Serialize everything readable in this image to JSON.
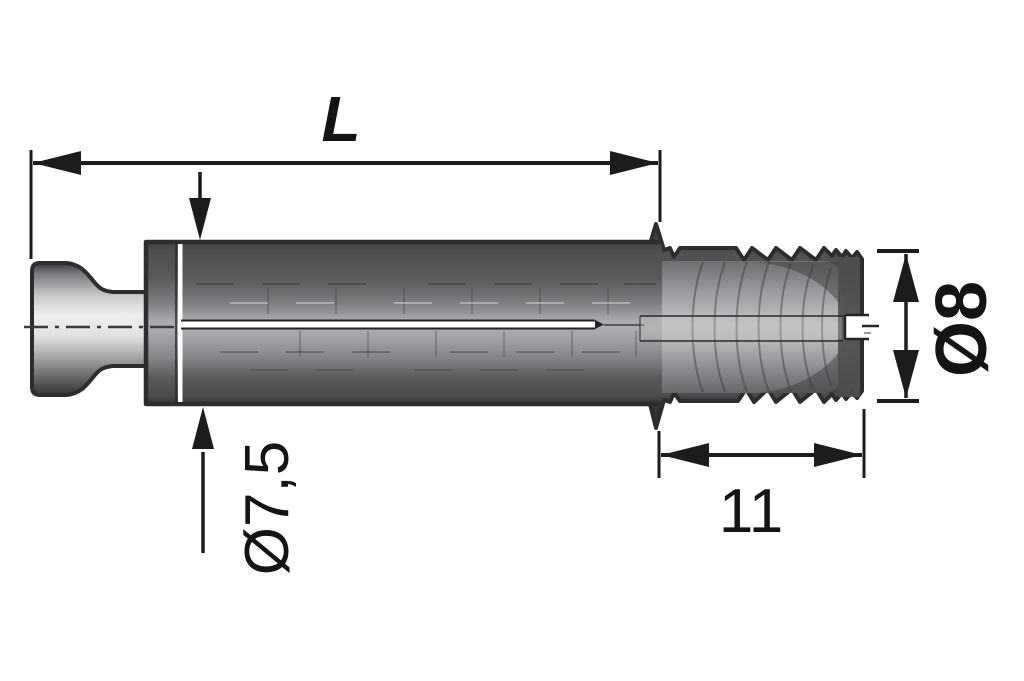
{
  "drawing": {
    "type": "technical-dimension-drawing",
    "subject": "expansion dowel anchor side view",
    "labels": {
      "overall_length": "L",
      "body_diameter": "Ø7,5",
      "thread_diameter": "Ø8",
      "thread_length": "11"
    },
    "colors": {
      "background": "#ffffff",
      "outline": "#2c2d2f",
      "dimension": "#1b1c1d",
      "body_dark": "#4e4f51",
      "body_light": "#adaeb1",
      "head_highlight": "#efeff0"
    }
  }
}
